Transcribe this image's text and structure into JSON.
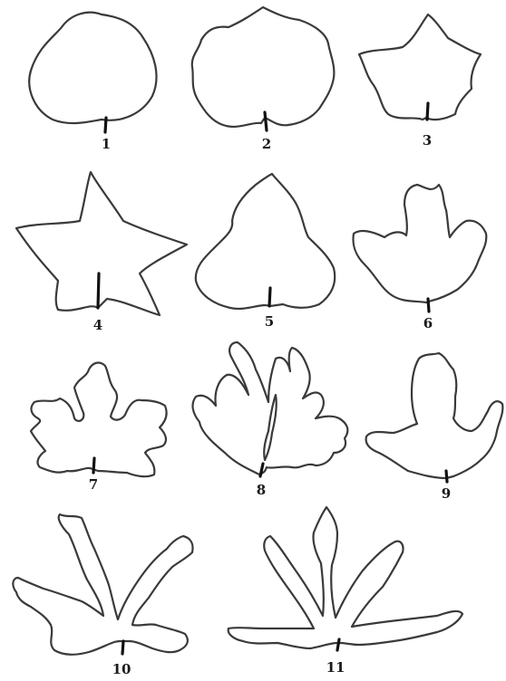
{
  "figure": {
    "line_color": "#3a3a3a",
    "background": "#ffffff",
    "leaves": [
      {
        "label": "1",
        "shape": "cordate-entire"
      },
      {
        "label": "2",
        "shape": "orbicular-lobed"
      },
      {
        "label": "3",
        "shape": "pentagonal"
      },
      {
        "label": "4",
        "shape": "five-pointed-star"
      },
      {
        "label": "5",
        "shape": "three-lobed"
      },
      {
        "label": "6",
        "shape": "five-lobed-shallow"
      },
      {
        "label": "7",
        "shape": "five-lobed-deep"
      },
      {
        "label": "8",
        "shape": "dissected"
      },
      {
        "label": "9",
        "shape": "lobed-toothed"
      },
      {
        "label": "10",
        "shape": "palmatisect"
      },
      {
        "label": "11",
        "shape": "linear-lobed"
      }
    ]
  }
}
